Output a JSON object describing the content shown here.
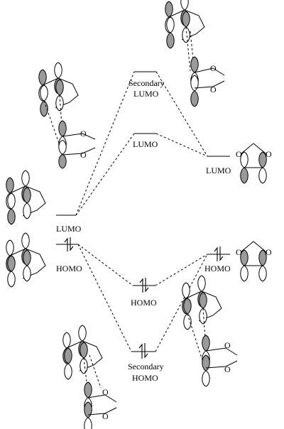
{
  "labels": {
    "diene_lumo": "LUMO",
    "diene_homo": "HOMO",
    "secondary_lumo_line1": "Secondary",
    "secondary_lumo_line2": "LUMO",
    "ts_lumo": "LUMO",
    "ts_homo": "HOMO",
    "secondary_homo_line1": "Secondary",
    "secondary_homo_line2": "HOMO",
    "dienophile_lumo": "LUMO",
    "dienophile_homo": "HOMO"
  },
  "atoms": {
    "oxygen": "O"
  }
}
